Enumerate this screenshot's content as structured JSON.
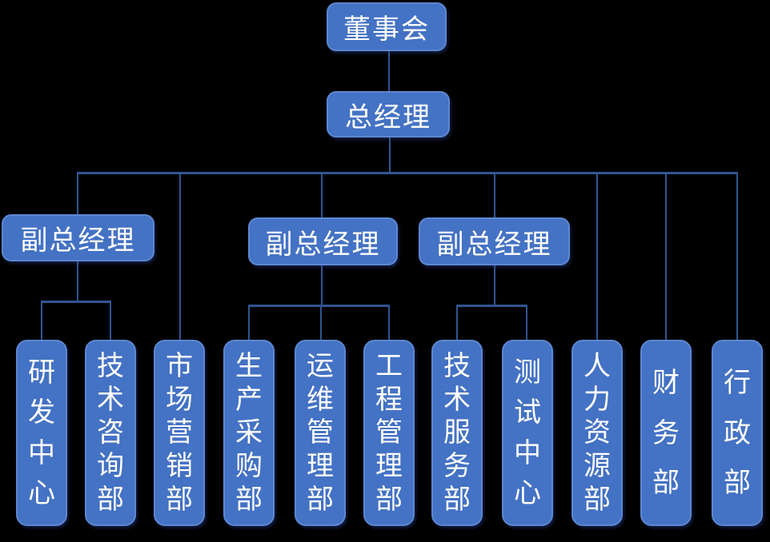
{
  "diagram_type": "organization-chart",
  "colors": {
    "background": "#000000",
    "node_fill": "#4472C4",
    "node_border": "#5d87d1",
    "connector_line": "#2e5591",
    "node_text": "#ffffff"
  },
  "org": {
    "root": {
      "label": "董事会"
    },
    "general_manager": {
      "label": "总经理"
    },
    "groups": [
      {
        "deputy": "副总经理",
        "children": [
          "研发中心",
          "技术咨询部"
        ]
      },
      {
        "deputy": "副总经理",
        "children": [
          "生产采购部",
          "运维管理部",
          "工程管理部"
        ]
      },
      {
        "deputy": "副总经理",
        "children": [
          "技术服务部",
          "测试中心"
        ]
      }
    ],
    "direct_departments": [
      "市场营销部",
      "人力资源部",
      "财务部",
      "行政部"
    ]
  }
}
